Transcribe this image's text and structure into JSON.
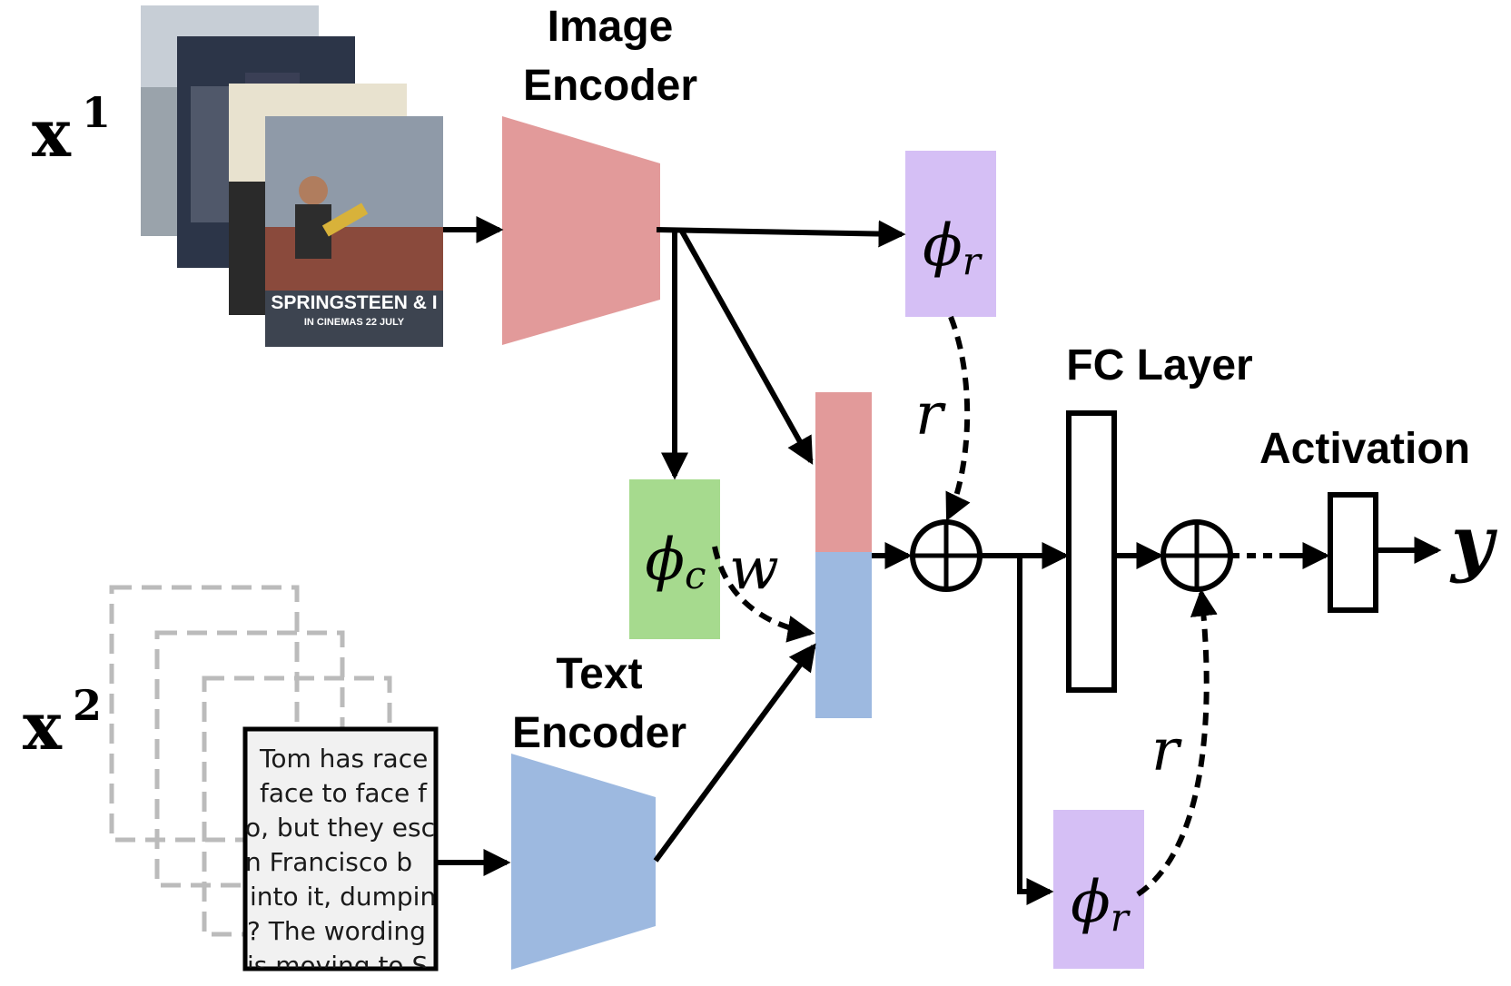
{
  "inputs": {
    "image_var": "x",
    "image_sup": "1",
    "text_var": "x",
    "text_sup": "2"
  },
  "encoders": {
    "image_line1": "Image",
    "image_line2": "Encoder",
    "text_line1": "Text",
    "text_line2": "Encoder"
  },
  "modules": {
    "phi": "ϕ",
    "sub_r": "r",
    "sub_c": "c",
    "r_label": "r",
    "w_label": "w"
  },
  "layers": {
    "fc": "FC Layer",
    "activation": "Activation",
    "output": "y"
  },
  "poster": {
    "title": "SPRINGSTEEN & I",
    "subtitle": "IN CINEMAS 22 JULY"
  },
  "document_lines": [
    "Tom has race",
    "face to face f",
    "o, but they esc",
    "n Francisco b",
    "into it, dumpin",
    "? The wording",
    "is moving to S"
  ],
  "colors": {
    "image_encoder": "#e29a9a",
    "text_encoder": "#9db9e0",
    "phi_r": "#d5bff5",
    "phi_c": "#a6da8e",
    "concat_image": "#e29a9a",
    "concat_text": "#9db9e0"
  }
}
